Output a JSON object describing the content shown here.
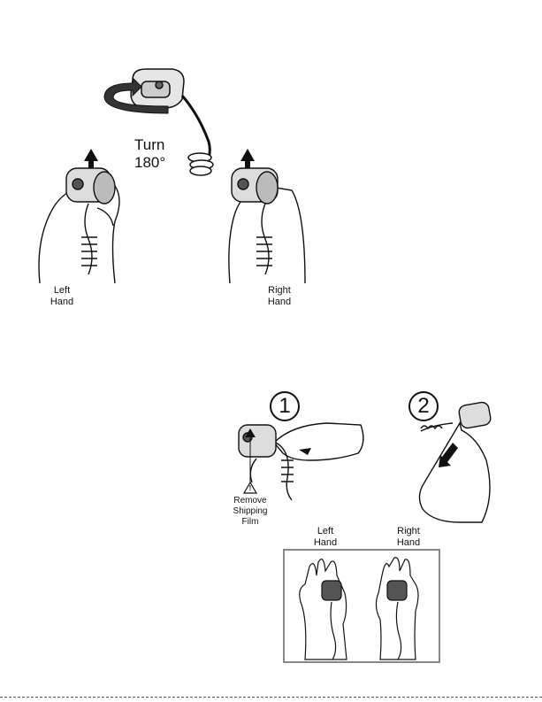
{
  "top_section": {
    "turn_label": "Turn\n180°",
    "left_hand_label": "Left\nHand",
    "right_hand_label": "Right\nHand"
  },
  "bottom_section": {
    "step1_number": "1",
    "step2_number": "2",
    "warning_symbol": "!",
    "remove_film_label": "Remove\nShipping\nFilm",
    "left_hand_label": "Left\nHand",
    "right_hand_label": "Right\nHand"
  },
  "icons": [
    "rotate-arrow-icon",
    "up-arrow-icon",
    "down-arrow-icon",
    "warning-triangle-icon"
  ]
}
